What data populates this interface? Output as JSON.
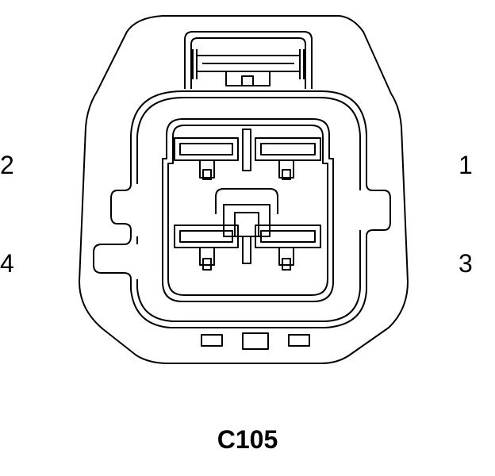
{
  "connector": {
    "id": "C105"
  },
  "pins": [
    {
      "number": "1"
    },
    {
      "number": "2"
    },
    {
      "number": "3"
    },
    {
      "number": "4"
    }
  ],
  "colors": {
    "line": "#000000",
    "background": "#ffffff"
  }
}
